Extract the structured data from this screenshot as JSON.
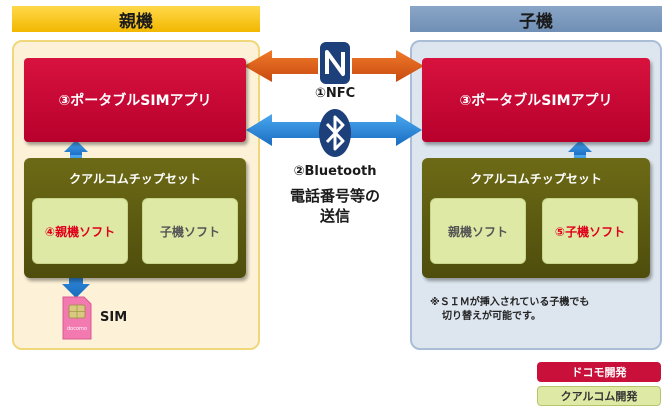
{
  "headers": {
    "parent": "親機",
    "child": "子機"
  },
  "parent": {
    "app_label": "③ポータブルSIMアプリ",
    "chipset_label": "クアルコムチップセット",
    "soft_left": "④親機ソフト",
    "soft_right": "子機ソフト",
    "sim_label": "SIM"
  },
  "child": {
    "app_label": "③ポータブルSIMアプリ",
    "chipset_label": "クアルコムチップセット",
    "soft_left": "親機ソフト",
    "soft_right": "⑤子機ソフト",
    "note_line1": "※ＳＩＭが挿入されている子機でも",
    "note_line2": "切り替えが可能です。"
  },
  "connections": {
    "nfc_label": "①NFC",
    "bluetooth_label": "②Bluetooth",
    "bluetooth_desc_line1": "電話番号等の",
    "bluetooth_desc_line2": "送信"
  },
  "legend": {
    "docomo": "ドコモ開発",
    "qualcomm": "クアルコム開発"
  },
  "sim_card_text": "docomo",
  "colors": {
    "red": "#c8103a",
    "blue_arrow": "#2a8ad8",
    "orange_arrow": "#e56a1e",
    "chipset": "#5a5a12",
    "soft_bg": "#dfe9a6",
    "highlight_text": "#e0001b"
  },
  "icons": {
    "nfc": "nfc-icon",
    "bluetooth": "bluetooth-icon",
    "sim": "sim-card-icon"
  }
}
